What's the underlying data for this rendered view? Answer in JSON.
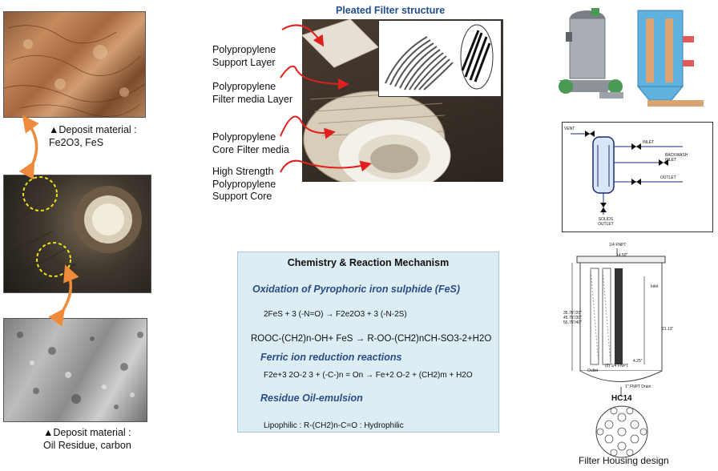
{
  "left_panel": {
    "caption_top_line1": "▲Deposit material :",
    "caption_top_line2": "Fe2O3, FeS",
    "caption_bottom_line1": "▲Deposit material :",
    "caption_bottom_line2": "Oil Residue, carbon"
  },
  "filter": {
    "title": "Pleated Filter structure",
    "labels": [
      {
        "line1": "Polypropylene",
        "line2": "Support Layer"
      },
      {
        "line1": "Polypropylene",
        "line2": "Filter media Layer"
      },
      {
        "line1": "Polypropylene",
        "line2": "Core Filter media"
      },
      {
        "line1": "High Strength",
        "line2": "Polypropylene",
        "line3": "Support Core"
      }
    ]
  },
  "chemistry": {
    "title": "Chemistry & Reaction Mechanism",
    "h1": "Oxidation of Pyrophoric iron sulphide (FeS)",
    "h2": "Ferric ion reduction reactions",
    "h3": "Residue Oil-emulsion",
    "eq1": "2FeS + 3 (-N=O) → F2e2O3 + 3 (-N-2S)",
    "eq2": "ROOC-(CH2)n-OH+ FeS → R-OO-(CH2)nCH-SO3-2+H2O",
    "eq3": "F2e+3 2O-2 3 + (-C-)n = On → Fe+2 O-2 + (CH2)m + H2O",
    "eq4": "Lipophilic : R-(CH2)n-C=O : Hydrophilic"
  },
  "schematic": {
    "vent": "VENT",
    "inlet": "INLET",
    "backwash1": "BACKWASH",
    "backwash2": "INLET",
    "outlet": "OUTLET",
    "solids1": "SOLIDS",
    "solids2": "OUTLET"
  },
  "housing": {
    "fnpt_top": "1/4 FNPT",
    "width": "14.50\"",
    "dims": [
      "35.75\"/20\"",
      "45.75\"/30\"",
      "55.75\"/40\""
    ],
    "inlet": "Inlet",
    "side_dim": "21.13\"",
    "outlet": "Outlet",
    "fnpt_small": "(2) 1/4 FNPT",
    "small_dim": "4.25\"",
    "drain": "1\" FNPT Drain",
    "model": "HC14",
    "caption": "Filter Housing design"
  },
  "colors": {
    "blue_title": "#1f4e8c",
    "chem_bg": "#dcedf4",
    "red_arrow": "#e0201e",
    "orange_arrow": "#ee8a3a",
    "dashed_circle": "#f2e21a"
  }
}
